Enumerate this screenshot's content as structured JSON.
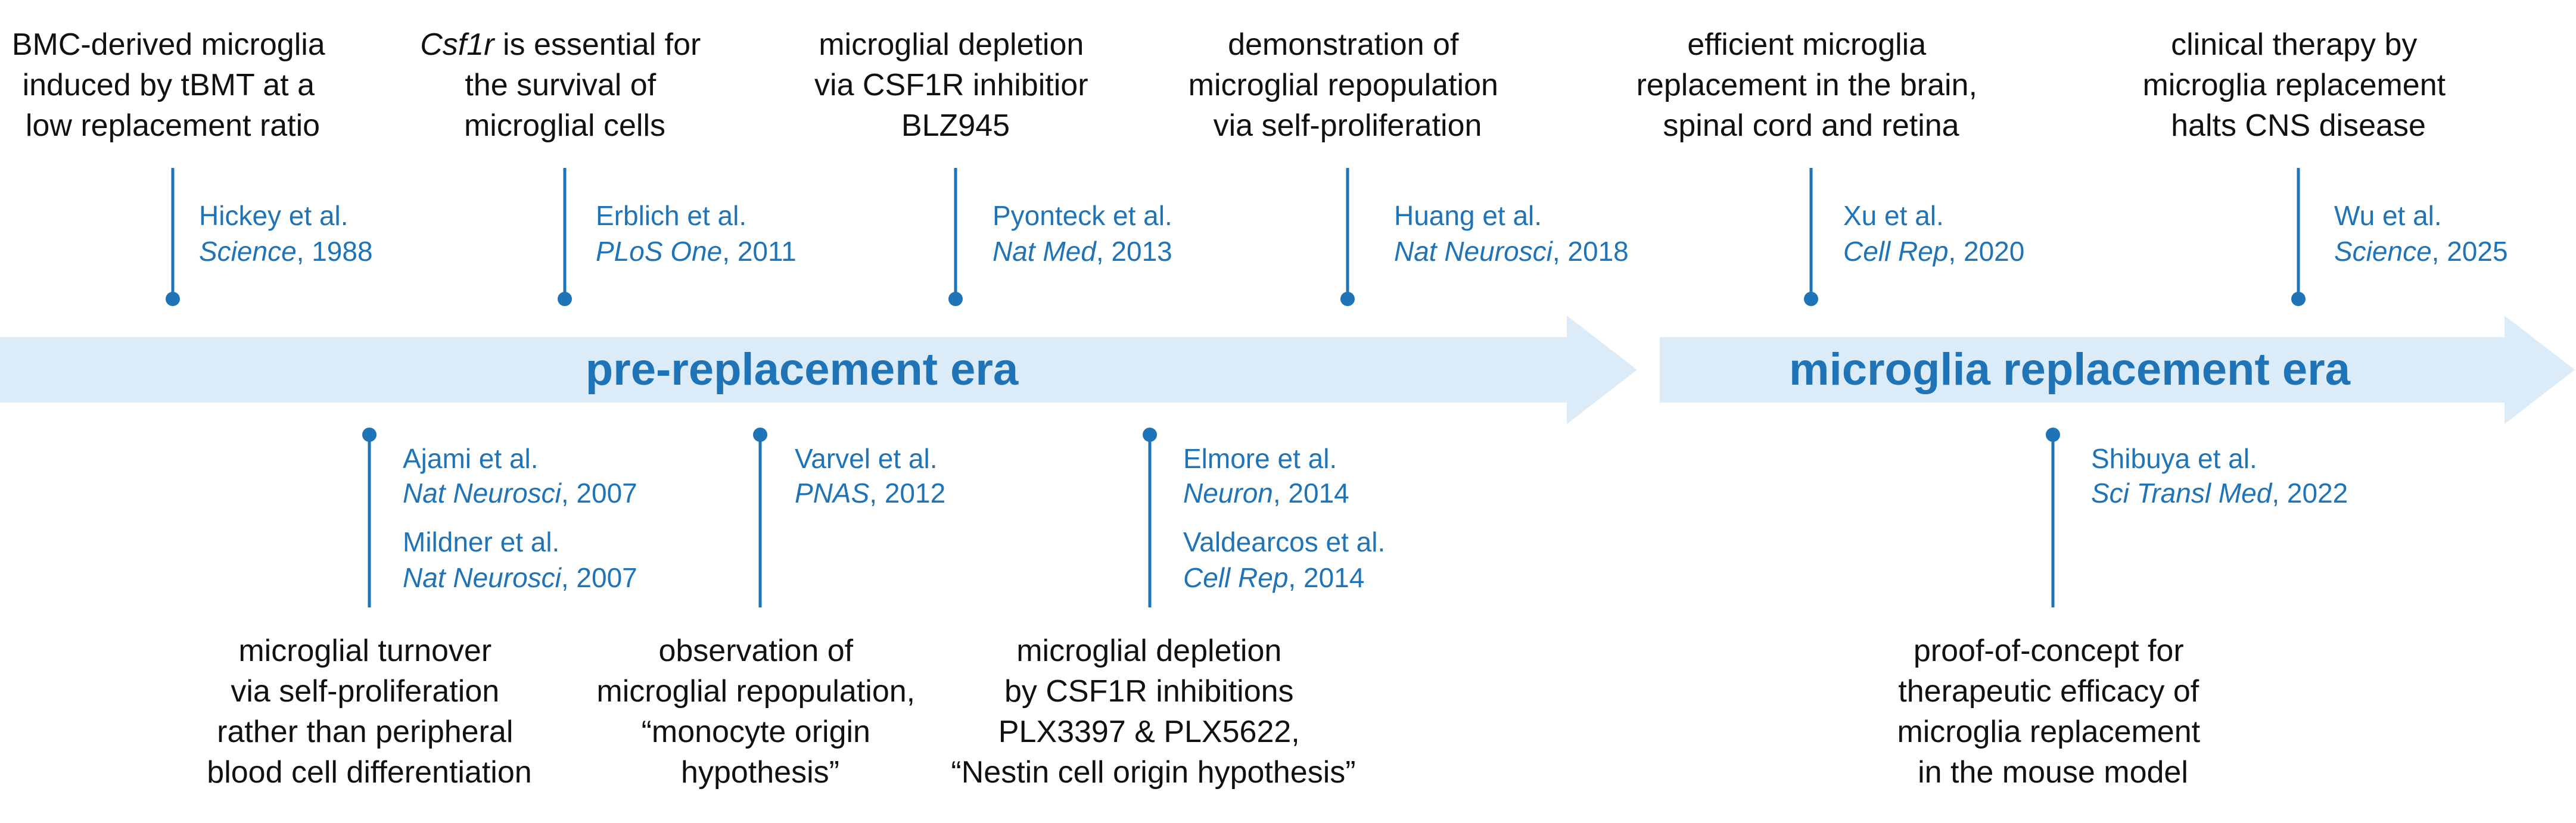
{
  "eras": {
    "pre": "pre-replacement era",
    "replacement": "microglia replacement era"
  },
  "colors": {
    "accent": "#1f73b7",
    "arrow_fill": "#dbebf7",
    "finding_text": "#111111"
  },
  "events_above": [
    {
      "finding": [
        "BMC-derived microglia",
        "induced by tBMT at a",
        "low replacement ratio"
      ],
      "refs": [
        {
          "authors": "Hickey et al.",
          "journal": "Science",
          "year": ", 1988"
        }
      ]
    },
    {
      "finding": [
        "is essential for",
        "the survival of",
        "microglial cells"
      ],
      "finding_gene": "Csf1r",
      "refs": [
        {
          "authors": "Erblich et al.",
          "journal": "PLoS One",
          "year": ", 2011"
        }
      ]
    },
    {
      "finding": [
        "microglial depletion",
        "via CSF1R inhibitior",
        "BLZ945"
      ],
      "refs": [
        {
          "authors": "Pyonteck et al.",
          "journal": "Nat Med",
          "year": ", 2013"
        }
      ]
    },
    {
      "finding": [
        "demonstration of",
        "microglial repopulation",
        "via self-proliferation"
      ],
      "refs": [
        {
          "authors": "Huang et al.",
          "journal": "Nat Neurosci",
          "year": ", 2018"
        }
      ]
    },
    {
      "finding": [
        "efficient microglia",
        "replacement in the brain,",
        "spinal cord and retina"
      ],
      "refs": [
        {
          "authors": "Xu et al.",
          "journal": "Cell Rep",
          "year": ", 2020"
        }
      ]
    },
    {
      "finding": [
        "clinical therapy by",
        "microglia replacement",
        "halts CNS disease"
      ],
      "refs": [
        {
          "authors": "Wu et al.",
          "journal": "Science",
          "year": ", 2025"
        }
      ]
    }
  ],
  "events_below": [
    {
      "finding": [
        "microglial turnover",
        "via self-proliferation",
        "rather than peripheral",
        "blood cell differentiation"
      ],
      "refs": [
        {
          "authors": "Ajami et al.",
          "journal": "Nat Neurosci",
          "year": ", 2007"
        },
        {
          "authors": "Mildner et al.",
          "journal": "Nat Neurosci",
          "year": ", 2007"
        }
      ]
    },
    {
      "finding": [
        "observation of",
        "microglial repopulation,",
        "“monocyte origin",
        "hypothesis”"
      ],
      "refs": [
        {
          "authors": "Varvel et al.",
          "journal": "PNAS",
          "year": ", 2012"
        }
      ]
    },
    {
      "finding": [
        "microglial depletion",
        "by CSF1R inhibitions",
        "PLX3397 & PLX5622,",
        "“Nestin cell origin hypothesis”"
      ],
      "refs": [
        {
          "authors": "Elmore et al.",
          "journal": "Neuron",
          "year": ", 2014"
        },
        {
          "authors": "Valdearcos et al.",
          "journal": "Cell Rep",
          "year": ", 2014"
        }
      ]
    },
    {
      "finding": [
        "proof-of-concept for",
        "therapeutic efficacy of",
        "microglia replacement",
        "in the mouse model"
      ],
      "refs": [
        {
          "authors": "Shibuya et al.",
          "journal": "Sci Transl Med",
          "year": ", 2022"
        }
      ]
    }
  ]
}
